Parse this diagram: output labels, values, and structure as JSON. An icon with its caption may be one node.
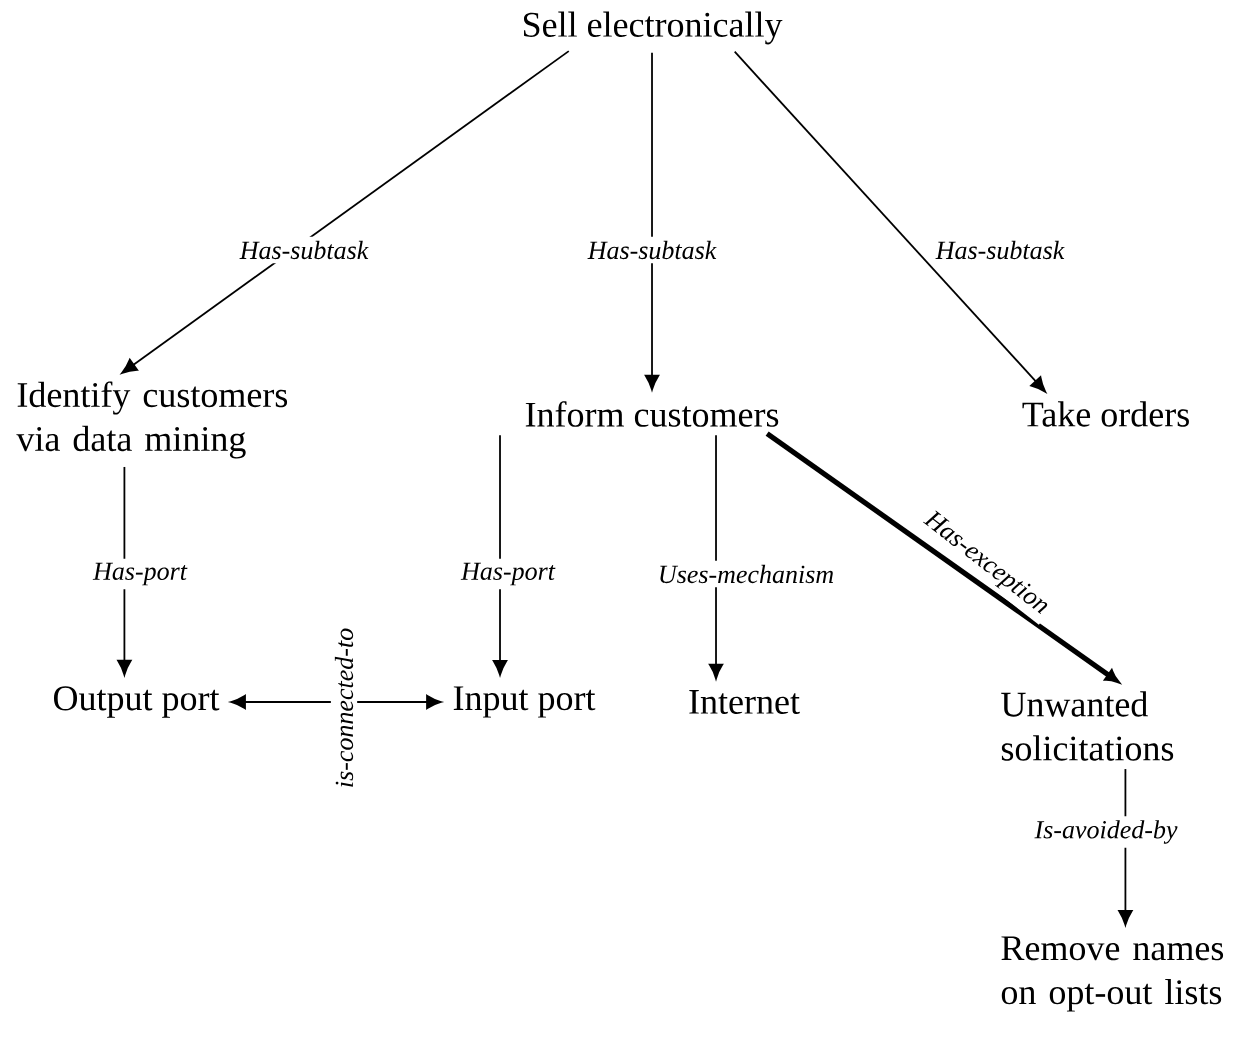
{
  "diagram": {
    "nodes": [
      {
        "text": [
          "Sell electronically"
        ]
      },
      {
        "text": [
          "Identify customers via data mining"
        ]
      },
      {
        "text": [
          "Inform customers"
        ]
      },
      {
        "text": [
          "Take orders"
        ]
      },
      {
        "text": [
          "Output port"
        ]
      },
      {
        "text": [
          "Input port"
        ]
      },
      {
        "text": [
          "Internet"
        ]
      },
      {
        "text": [
          "Unwanted solicitations"
        ]
      },
      {
        "text": [
          "Remove names on opt-out lists"
        ]
      }
    ],
    "edges": [
      {
        "from": 0,
        "to": 1,
        "arrow": "to",
        "label": "Has-subtask"
      },
      {
        "from": 0,
        "to": 2,
        "arrow": "to",
        "label": "Has-subtask"
      },
      {
        "from": 0,
        "to": 3,
        "arrow": "to",
        "label": "Has-subtask"
      },
      {
        "from": 1,
        "to": 4,
        "arrow": "to",
        "label": "Has-port"
      },
      {
        "from": 2,
        "to": 5,
        "arrow": "to",
        "label": "Has-port"
      },
      {
        "from": 2,
        "to": 6,
        "arrow": "to",
        "label": "Uses-mechanism"
      },
      {
        "from": 2,
        "to": 7,
        "arrow": "to",
        "label": "Has-exception",
        "style": "thick"
      },
      {
        "from": 4,
        "to": 5,
        "arrow": "both",
        "label": "is-connected-to"
      },
      {
        "from": 7,
        "to": 8,
        "arrow": "to",
        "label": "Is-avoided-by"
      }
    ]
  }
}
